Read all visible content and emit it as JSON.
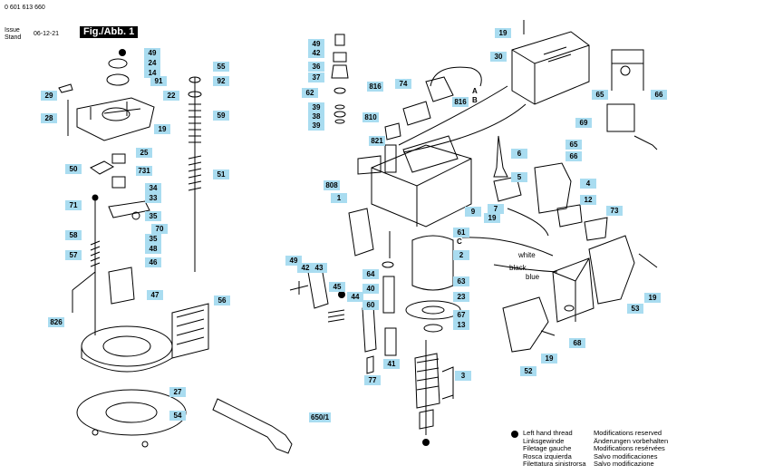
{
  "header": {
    "part_number": "0 601 613 660",
    "issue_label": "Issue",
    "stand_label": "Stand",
    "date": "06-12-21",
    "figure_label": "Fig./Abb. 1"
  },
  "labels": {
    "n49a": "49",
    "n24": "24",
    "n14": "14",
    "n91": "91",
    "n29": "29",
    "n22": "22",
    "n28": "28",
    "n19a": "19",
    "n25": "25",
    "n50": "50",
    "n731": "731",
    "n34": "34",
    "n33": "33",
    "n71": "71",
    "n35a": "35",
    "n70": "70",
    "n58": "58",
    "n35b": "35",
    "n48": "48",
    "n57": "57",
    "n46": "46",
    "n47": "47",
    "n826": "826",
    "n55": "55",
    "n92": "92",
    "n59": "59",
    "n51": "51",
    "n56": "56",
    "n27": "27",
    "n54": "54",
    "n650": "650/1",
    "n49b": "49",
    "n42a": "42",
    "n36": "36",
    "n37": "37",
    "n62": "62",
    "n39a": "39",
    "n38": "38",
    "n39b": "39",
    "n816a": "816",
    "n74": "74",
    "n810": "810",
    "n816b": "816",
    "n821": "821",
    "n808": "808",
    "n1": "1",
    "n9": "9",
    "n61": "61",
    "n2": "2",
    "n64": "64",
    "n40": "40",
    "n63": "63",
    "n23": "23",
    "n67": "67",
    "n13": "13",
    "n3": "3",
    "n49c": "49",
    "n42b": "42",
    "n43": "43",
    "n45": "45",
    "n44": "44",
    "n60": "60",
    "n41": "41",
    "n77": "77",
    "n19b": "19",
    "n30": "30",
    "n65a": "65",
    "n66a": "66",
    "n69": "69",
    "n6": "6",
    "n65b": "65",
    "n66b": "66",
    "n5": "5",
    "n4": "4",
    "n7": "7",
    "n19c": "19",
    "n12": "12",
    "n73": "73",
    "n19d": "19",
    "n53": "53",
    "n68": "68",
    "n52": "52",
    "n19e": "19"
  },
  "wire_labels": {
    "a": "A",
    "b": "B",
    "c": "C",
    "white": "white",
    "black": "black",
    "blue": "blue"
  },
  "legend": {
    "col1": [
      "Left hand thread",
      "Linksgewinde",
      "Filetage gauche",
      "Rosca izquierda",
      "Filettatura sinistrorsa"
    ],
    "col2": [
      "Modifications reserved",
      "Änderungen vorbehalten",
      "Modifications resérvées",
      "Salvo modificaciones",
      "Salvo modificazione"
    ]
  },
  "colors": {
    "label_bg": "#a9dcf0",
    "ink": "#000000"
  }
}
